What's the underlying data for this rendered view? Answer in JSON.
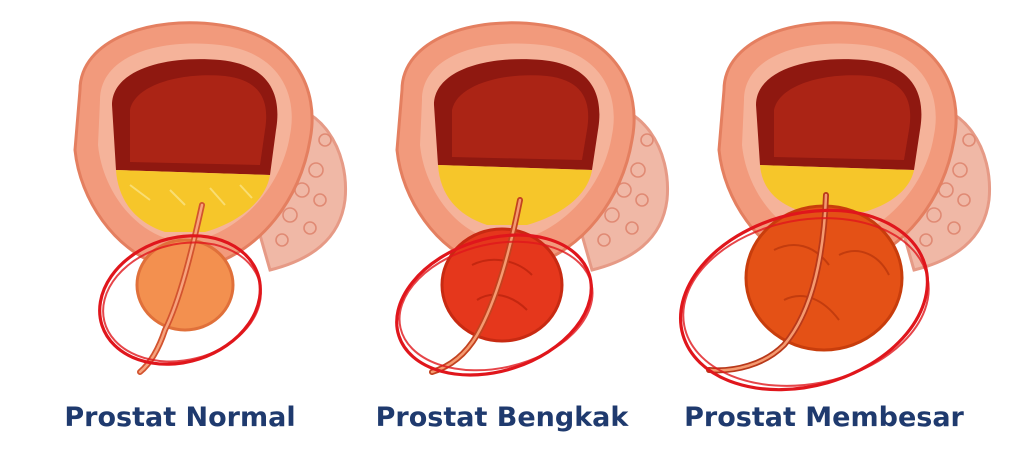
{
  "panels": [
    {
      "id": "normal",
      "label": "Prostat Normal",
      "prostate_color": "#f3904f",
      "prostate_scale": 1.0
    },
    {
      "id": "swollen",
      "label": "Prostat Bengkak",
      "prostate_color": "#e5371c",
      "prostate_scale": 1.25
    },
    {
      "id": "enlarged",
      "label": "Prostat Membesar",
      "prostate_color": "#e45116",
      "prostate_scale": 1.55
    }
  ],
  "colors": {
    "outer_wall": "#f29a7c",
    "inner_cavity": "#8f1810",
    "urine": "#f6c62a",
    "circle": "#e0161c",
    "caption": "#1f3a6e",
    "tissue": "#f0b8a6"
  }
}
